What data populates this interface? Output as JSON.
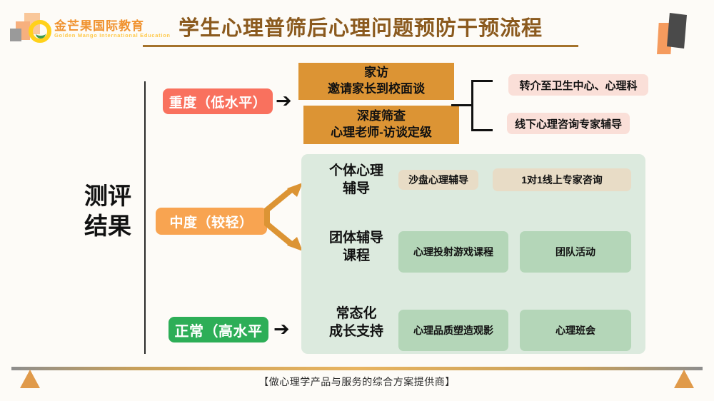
{
  "header": {
    "logo": {
      "cn_name": "金芒果国际教育",
      "en_name": "Golden Mango International Education",
      "mark_icon": "mango-blocks-logo-icon"
    },
    "title": "学生心理普筛后心理问题预防干预流程",
    "corner_icon": "corner-parallelogram-decoration-icon"
  },
  "axis": {
    "label": "测评\n结果",
    "label_line1": "测评",
    "label_line2": "结果"
  },
  "levels": [
    {
      "key": "severe",
      "badge": "重度（低水平）",
      "color": "#F9715E",
      "arrow_icon": "arrow-right-icon"
    },
    {
      "key": "moderate",
      "badge": "中度（较轻）",
      "color": "#F8A451",
      "arrow_icon": "branch-arrows-icon"
    },
    {
      "key": "normal",
      "badge": "正常（高水平",
      "color": "#2DAE57",
      "arrow_icon": "arrow-right-icon"
    }
  ],
  "severe_actions": [
    {
      "line1": "家访",
      "line2": "邀请家长到校面谈"
    },
    {
      "line1": "深度筛查",
      "line2": "心理老师-访谈定级"
    }
  ],
  "referrals": [
    {
      "label": "转介至卫生中心、心理科"
    },
    {
      "label": "线下心理咨询专家辅导"
    }
  ],
  "bracket_icon": "bracket-connector-icon",
  "support_panel": {
    "rows": [
      {
        "label_line1": "个体心理",
        "label_line2": "辅导",
        "chips": [
          {
            "label": "沙盘心理辅导",
            "style": "beige"
          },
          {
            "label": "1对1线上专家咨询",
            "style": "beige"
          }
        ]
      },
      {
        "label_line1": "团体辅导",
        "label_line2": "课程",
        "chips": [
          {
            "label": "心理投射游戏课程",
            "style": "green"
          },
          {
            "label": "团队活动",
            "style": "green"
          }
        ]
      },
      {
        "label_line1": "常态化",
        "label_line2": "成长支持",
        "chips": [
          {
            "label": "心理品质塑造观影",
            "style": "green"
          },
          {
            "label": "心理班会",
            "style": "green"
          }
        ]
      }
    ]
  },
  "footer": {
    "slogan": "【做心理学产品与服务的综合方案提供商】",
    "triangle_icon": "triangle-up-icon"
  },
  "colors": {
    "background": "#FDFBF7",
    "title": "#8B5A1E",
    "orange_box": "#DC9434",
    "pink_box": "#FADFD8",
    "green_panel": "#DCEADE",
    "chip_beige": "#E8DCC6",
    "chip_green": "#B4D6B8",
    "branch_arrow": "#DC9434"
  }
}
